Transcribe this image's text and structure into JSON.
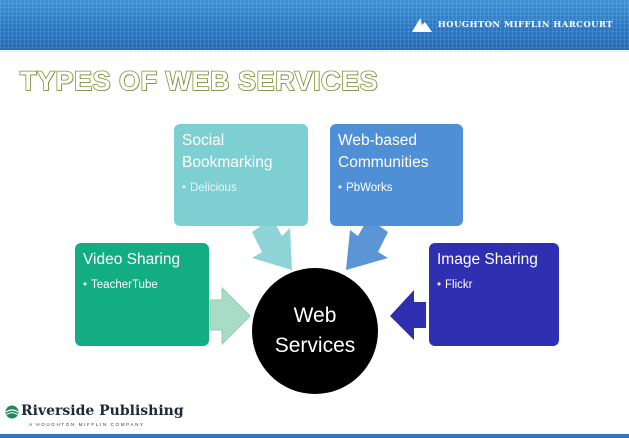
{
  "header": {
    "publisher_logo_text": "HOUGHTON MIFFLIN HARCOURT"
  },
  "slide": {
    "title": "TYPES OF WEB SERVICES",
    "center": {
      "line1": "Web",
      "line2": "Services"
    },
    "boxes": [
      {
        "id": "social",
        "heading_line1": "Social",
        "heading_line2": "Bookmarking",
        "bullet": "Delicious",
        "color": "#7dcfd2"
      },
      {
        "id": "web",
        "heading_line1": "Web-based",
        "heading_line2": "Communities",
        "bullet": "PbWorks",
        "color": "#4f8fd6"
      },
      {
        "id": "video",
        "heading_line1": "Video Sharing",
        "heading_line2": "",
        "bullet": "TeacherTube",
        "color": "#13ad83"
      },
      {
        "id": "image",
        "heading_line1": "Image Sharing",
        "heading_line2": "",
        "bullet": "Flickr",
        "color": "#2f2fb2"
      }
    ],
    "bullet_glyph": "•"
  },
  "footer": {
    "logo_name": "Riverside Publishing",
    "logo_sub": "A HOUGHTON MIFFLIN COMPANY"
  },
  "colors": {
    "header_blue": "#2b78c4",
    "title_stroke": "#7a9a2a",
    "circle": "#000000"
  },
  "icons": [
    "hmh-logo-icon",
    "riverside-globe-icon",
    "arrow-icon"
  ]
}
